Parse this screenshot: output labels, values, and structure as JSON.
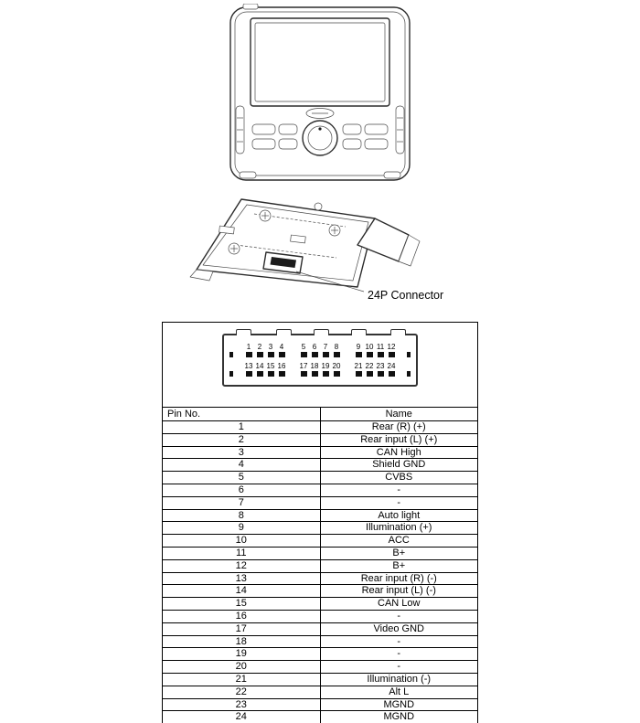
{
  "illustrations": {
    "connector_callout": "24P Connector"
  },
  "connector_diagram": {
    "rows": [
      {
        "groups": [
          [
            "1",
            "2",
            "3",
            "4"
          ],
          [
            "5",
            "6",
            "7",
            "8"
          ],
          [
            "9",
            "10",
            "11",
            "12"
          ]
        ]
      },
      {
        "groups": [
          [
            "13",
            "14",
            "15",
            "16"
          ],
          [
            "17",
            "18",
            "19",
            "20"
          ],
          [
            "21",
            "22",
            "23",
            "24"
          ]
        ]
      }
    ]
  },
  "pin_table": {
    "headers": {
      "pin": "Pin No.",
      "name": "Name"
    },
    "rows": [
      {
        "pin": "1",
        "name": "Rear (R) (+)"
      },
      {
        "pin": "2",
        "name": "Rear input (L) (+)"
      },
      {
        "pin": "3",
        "name": "CAN High"
      },
      {
        "pin": "4",
        "name": "Shield GND"
      },
      {
        "pin": "5",
        "name": "CVBS"
      },
      {
        "pin": "6",
        "name": "-"
      },
      {
        "pin": "7",
        "name": "-"
      },
      {
        "pin": "8",
        "name": "Auto light"
      },
      {
        "pin": "9",
        "name": "Illumination (+)"
      },
      {
        "pin": "10",
        "name": "ACC"
      },
      {
        "pin": "11",
        "name": "B+"
      },
      {
        "pin": "12",
        "name": "B+"
      },
      {
        "pin": "13",
        "name": "Rear input (R) (-)"
      },
      {
        "pin": "14",
        "name": "Rear input (L) (-)"
      },
      {
        "pin": "15",
        "name": "CAN Low"
      },
      {
        "pin": "16",
        "name": "-"
      },
      {
        "pin": "17",
        "name": "Video GND"
      },
      {
        "pin": "18",
        "name": "-"
      },
      {
        "pin": "19",
        "name": "-"
      },
      {
        "pin": "20",
        "name": "-"
      },
      {
        "pin": "21",
        "name": "Illumination (-)"
      },
      {
        "pin": "22",
        "name": "Alt L"
      },
      {
        "pin": "23",
        "name": "MGND"
      },
      {
        "pin": "24",
        "name": "MGND"
      }
    ]
  }
}
